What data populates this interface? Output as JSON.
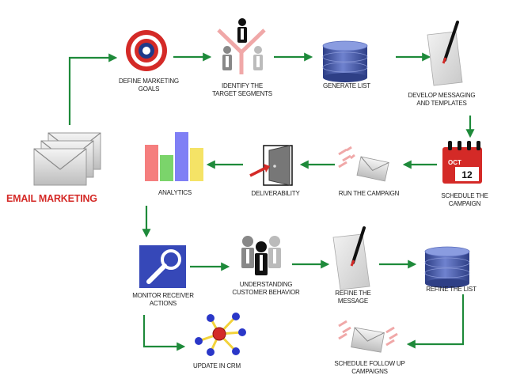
{
  "title": "EMAIL MARKETING",
  "steps": {
    "define_goals": "DEFINE MARKETING\nGOALS",
    "identify_segments": "IDENTIFY THE\nTARGET SEGMENTS",
    "generate_list": "GENERATE LIST",
    "develop_messaging": "DEVELOP MESSAGING\nAND TEMPLATES",
    "schedule_campaign": "SCHEDULE THE\nCAMPAIGN",
    "run_campaign": "RUN THE CAMPAIGN",
    "deliverability": "DELIVERABILITY",
    "analytics": "ANALYTICS",
    "monitor_actions": "MONITOR RECEIVER\nACTIONS",
    "understanding_behavior": "UNDERSTANDING\nCUSTOMER BEHAVIOR",
    "refine_message": "REFINE THE\nMESSAGE",
    "refine_list": "REFINE THE LIST",
    "schedule_followup": "SCHEDULE FOLLOW UP\nCAMPAIGNS",
    "update_crm": "UPDATE IN CRM"
  },
  "calendar": {
    "month": "OCT",
    "day": "12"
  },
  "colors": {
    "arrow": "#1e8a3a",
    "title": "#d42a27",
    "database": "#4a5fae",
    "monitor": "#3648b8",
    "target_red": "#d42a27",
    "target_blue": "#1e3a8a"
  },
  "icons": {
    "email": "envelope-stack-icon",
    "goals": "target-icon",
    "segments": "people-segment-icon",
    "list": "database-icon",
    "messaging": "paper-pen-icon",
    "calendar": "calendar-icon",
    "run": "flying-envelope-icon",
    "deliverability": "door-arrow-icon",
    "analytics": "bar-chart-icon",
    "monitor": "magnifier-icon",
    "behavior": "people-group-icon",
    "crm": "network-icon"
  }
}
